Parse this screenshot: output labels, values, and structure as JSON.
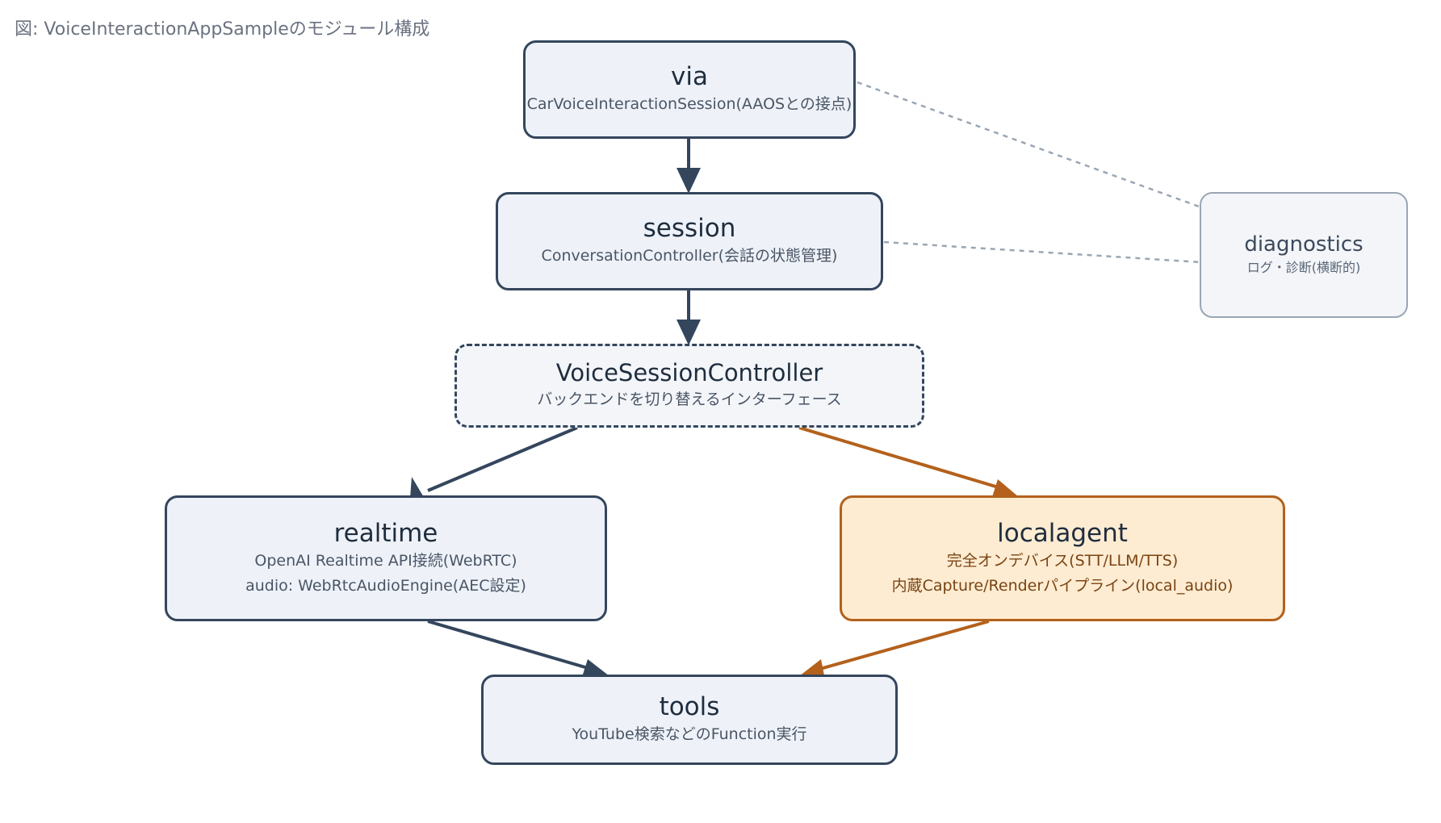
{
  "caption": "図: VoiceInteractionAppSampleのモジュール構成",
  "nodes": {
    "via": {
      "title": "via",
      "lines": [
        "CarVoiceInteractionSession(AAOSとの接点)"
      ]
    },
    "session": {
      "title": "session",
      "lines": [
        "ConversationController(会話の状態管理)"
      ]
    },
    "controller": {
      "title": "VoiceSessionController",
      "lines": [
        "バックエンドを切り替えるインターフェース"
      ]
    },
    "realtime": {
      "title": "realtime",
      "lines": [
        "OpenAI Realtime API接続(WebRTC)",
        "audio: WebRtcAudioEngine(AEC設定)"
      ]
    },
    "localagent": {
      "title": "localagent",
      "lines": [
        "完全オンデバイス(STT/LLM/TTS)",
        "内蔵Capture/Renderパイプライン(local_audio)"
      ]
    },
    "tools": {
      "title": "tools",
      "lines": [
        "YouTube検索などのFunction実行"
      ]
    },
    "diagnostics": {
      "title": "diagnostics",
      "lines": [
        "ログ・診断(横断的)"
      ]
    }
  },
  "colors": {
    "main": "#34465c",
    "local": "#b3611c",
    "dashed": "#9aa6b4"
  }
}
